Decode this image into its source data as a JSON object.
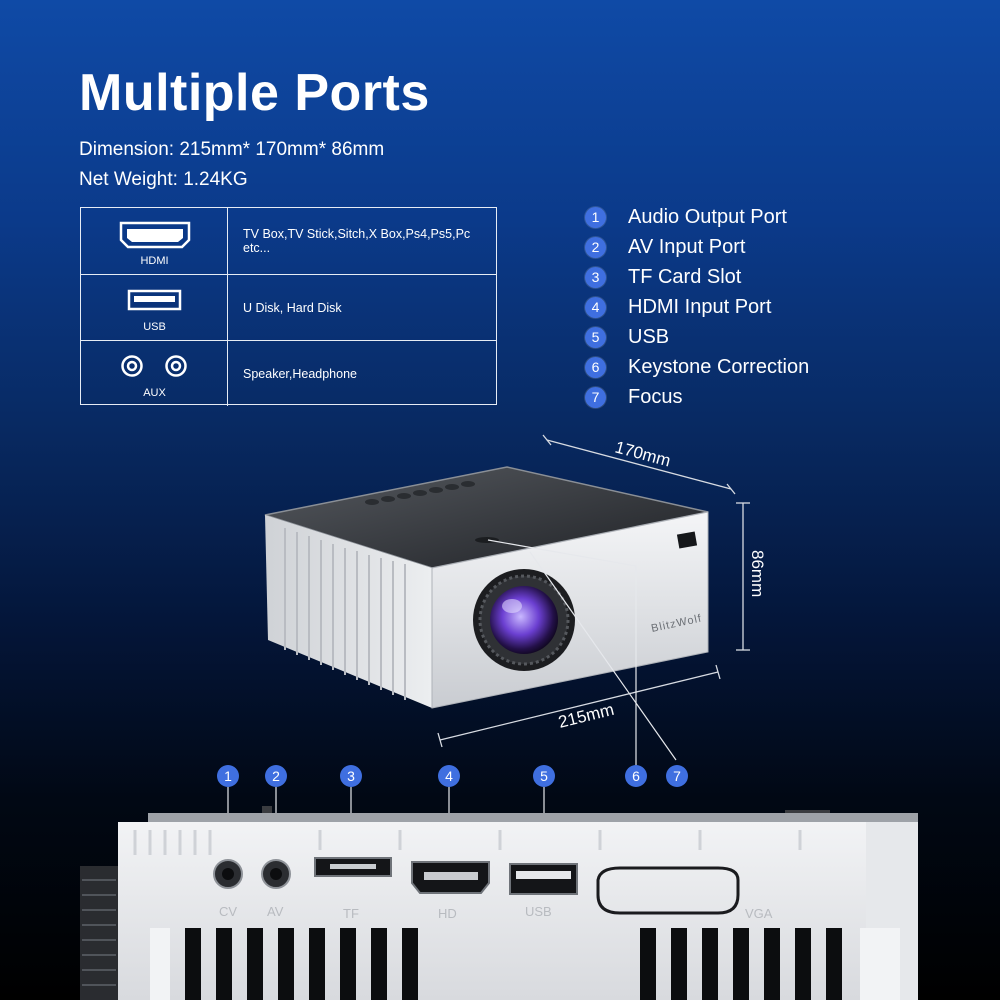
{
  "title": "Multiple Ports",
  "specs": {
    "dimension": "Dimension: 215mm* 170mm* 86mm",
    "weight": "Net Weight: 1.24KG"
  },
  "port_table": [
    {
      "icon": "hdmi-icon",
      "label": "HDMI",
      "description": "TV Box,TV Stick,Sitch,X Box,Ps4,Ps5,Pc etc..."
    },
    {
      "icon": "usb-icon",
      "label": "USB",
      "description": "U Disk, Hard Disk"
    },
    {
      "icon": "aux-icon",
      "label": "AUX",
      "description": "Speaker,Headphone"
    }
  ],
  "legend": [
    {
      "num": "1",
      "label": "Audio Output Port"
    },
    {
      "num": "2",
      "label": "AV Input Port"
    },
    {
      "num": "3",
      "label": "TF Card Slot"
    },
    {
      "num": "4",
      "label": "HDMI Input Port"
    },
    {
      "num": "5",
      "label": "USB"
    },
    {
      "num": "6",
      "label": "Keystone Correction"
    },
    {
      "num": "7",
      "label": "Focus"
    }
  ],
  "dimensions": {
    "width": "170mm",
    "height": "86mm",
    "length": "215mm"
  },
  "brand": "BlitzWolf",
  "callouts": [
    "1",
    "2",
    "3",
    "4",
    "5",
    "6",
    "7"
  ],
  "colors": {
    "badge": "#3f6fe0",
    "bg_top": "#0f4aa6",
    "bg_bottom": "#000000"
  }
}
